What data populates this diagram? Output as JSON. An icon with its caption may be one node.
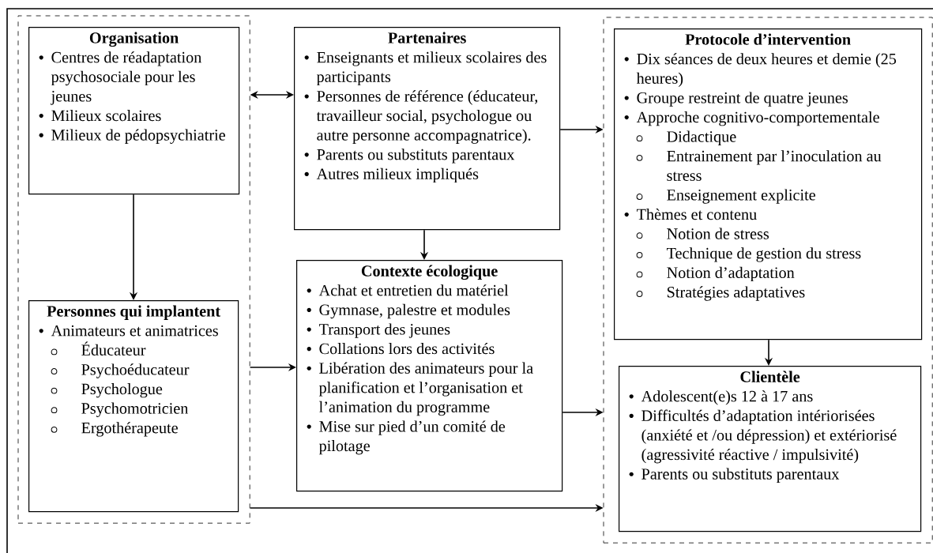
{
  "diagram": {
    "nodes": [
      {
        "text": [],
        "shape": "box"
      },
      {
        "text": [
          "Organisation",
          "Centres de réadaptation psychosociale pour les jeunes",
          "Milieux scolaires",
          "Milieux de pédopsychiatrie"
        ],
        "in": 0
      },
      {
        "text": [
          "Personnes qui implantent",
          "Animateurs et animatrices",
          "Éducateur",
          "Psychoéducateur",
          "Psychologue",
          "Psychomotricien",
          "Ergothérapeute"
        ],
        "in": 0
      },
      {
        "text": [
          "Partenaires",
          "Enseignants et milieux scolaires des participants",
          "Personnes de référence (éducateur, travailleur social, psychologue ou autre personne accompagnatrice).",
          "Parents ou substituts parentaux",
          "Autres milieux impliqués"
        ]
      },
      {
        "text": [
          "Contexte écologique",
          "Achat et entretien du matériel",
          "Gymnase, palestre et modules",
          "Transport des jeunes",
          "Collations lors des activités",
          "Libération des animateurs pour la planification et l’organisation et l’animation du programme",
          "Mise sur pied d’un comité de pilotage"
        ]
      },
      {
        "text": [],
        "shape": "box"
      },
      {
        "text": [
          "Protocole d’intervention",
          "Dix séances de deux heures et demie (25 heures)",
          "Groupe restreint de quatre jeunes",
          "Approche cognitivo-comportementale",
          "Didactique",
          "Entrainement par l’inoculation au stress",
          "Enseignement explicite",
          "Thèmes et contenu",
          "Notion de stress",
          "Technique de gestion du stress",
          "Notion d’adaptation",
          "Stratégies adaptatives"
        ],
        "in": 5
      },
      {
        "text": [
          "Clientèle",
          "Adolescent(e)s 12 à 17 ans",
          "Difficultés d’adaptation intériorisées (anxiété et /ou dépression) et extériorisé (agressivité réactive / impulsivité)",
          "Parents ou substituts parentaux"
        ],
        "in": 5
      }
    ],
    "edges": [
      {
        "from": 0,
        "to": 3,
        "arrow": "both"
      },
      {
        "from": 1,
        "to": 2,
        "arrow": "to"
      },
      {
        "from": 3,
        "to": 4,
        "arrow": "to"
      },
      {
        "from": 3,
        "to": 5,
        "arrow": "to"
      },
      {
        "from": 0,
        "to": 4,
        "arrow": "to"
      },
      {
        "from": 4,
        "to": 5,
        "arrow": "to"
      },
      {
        "from": 0,
        "to": 5,
        "arrow": "to"
      },
      {
        "from": 6,
        "to": 7,
        "arrow": "to"
      }
    ]
  }
}
